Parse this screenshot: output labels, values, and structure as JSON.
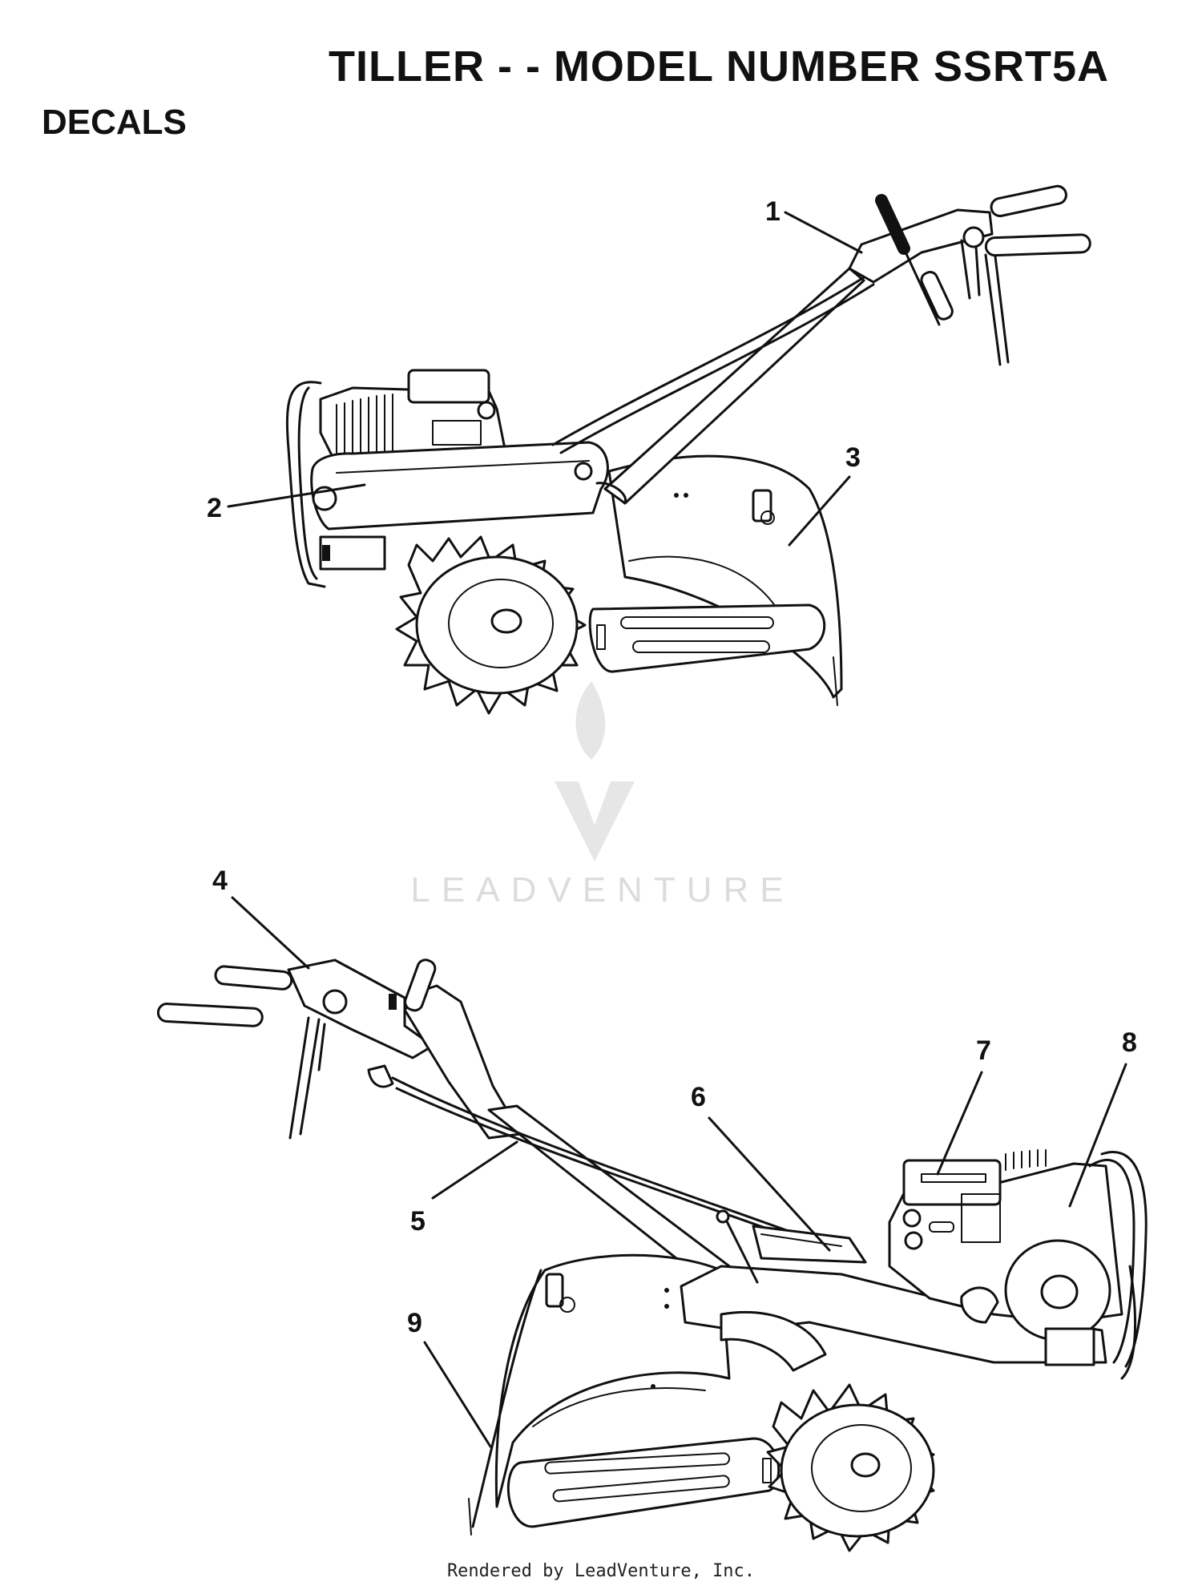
{
  "header": {
    "title": "TILLER - - MODEL NUMBER SSRT5A",
    "section": "DECALS"
  },
  "callouts": [
    {
      "id": "1",
      "label": "1"
    },
    {
      "id": "2",
      "label": "2"
    },
    {
      "id": "3",
      "label": "3"
    },
    {
      "id": "4",
      "label": "4"
    },
    {
      "id": "5",
      "label": "5"
    },
    {
      "id": "6",
      "label": "6"
    },
    {
      "id": "7",
      "label": "7"
    },
    {
      "id": "8",
      "label": "8"
    },
    {
      "id": "9",
      "label": "9"
    }
  ],
  "watermark": {
    "text": "LEADVENTURE",
    "icon": "flame-v-logo-icon"
  },
  "footer": {
    "text": "Rendered by LeadVenture, Inc."
  }
}
